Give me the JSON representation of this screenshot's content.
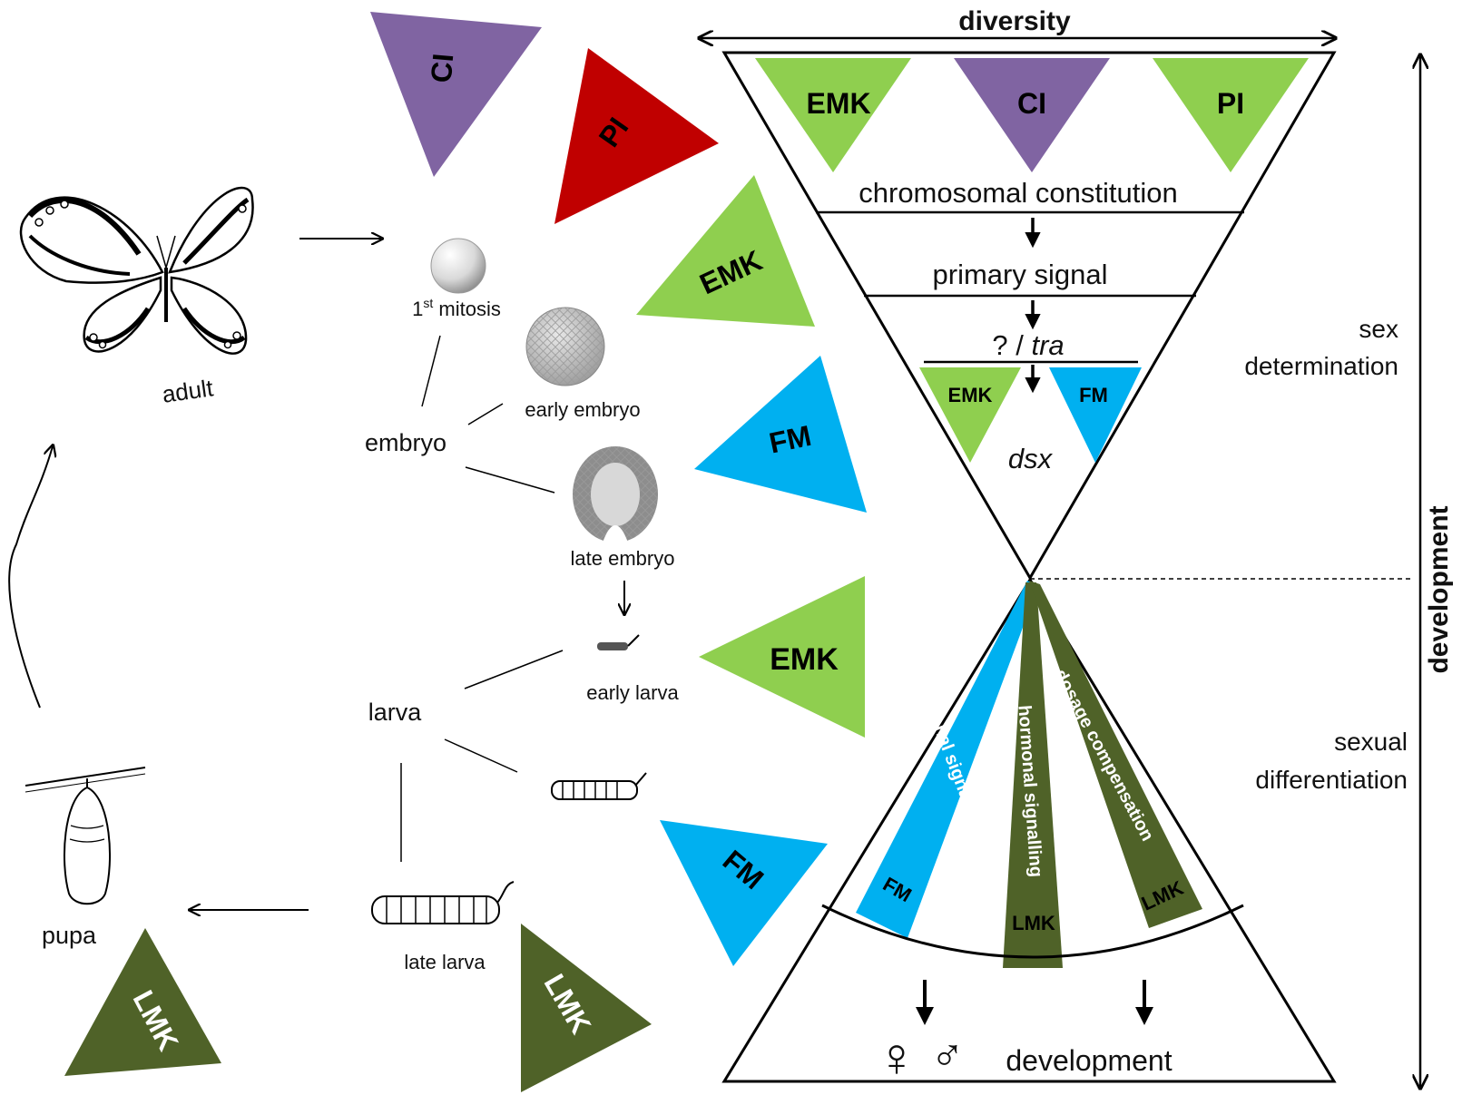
{
  "colors": {
    "emk": "#8fcf4f",
    "ci": "#8064a2",
    "pi": "#c00000",
    "fm": "#00b0f0",
    "lmk": "#4f6228"
  },
  "axes": {
    "diversity": "diversity",
    "development": "development"
  },
  "phases": {
    "sex_determination": [
      "sex",
      "determination"
    ],
    "sexual_differentiation": [
      "sexual",
      "differentiation"
    ]
  },
  "hourglass_top": {
    "top_triangles": [
      "EMK",
      "CI",
      "PI"
    ],
    "level1": "chromosomal constitution",
    "level2": "primary signal",
    "level3_q": "? / ",
    "level3_tra": "tra",
    "inner_triangles": [
      "EMK",
      "FM"
    ],
    "level4": "dsx"
  },
  "hourglass_bottom": {
    "bands": [
      {
        "text": "hormonal signalling",
        "tag": "FM"
      },
      {
        "text": "hormonal signalling",
        "tag": "LMK"
      },
      {
        "text": "dosage compensation",
        "tag": "LMK"
      }
    ],
    "female_symbol": "♀",
    "male_symbol": "♂",
    "development": "development"
  },
  "life_cycle": {
    "adult": "adult",
    "first_mitosis_main": "1",
    "first_mitosis_sup": "st",
    "first_mitosis_rest": " mitosis",
    "embryo": "embryo",
    "early_embryo": "early embryo",
    "late_embryo": "late embryo",
    "larva": "larva",
    "early_larva": "early larva",
    "late_larva": "late larva",
    "pupa": "pupa"
  },
  "side_triangles": [
    "CI",
    "PI",
    "EMK",
    "FM",
    "EMK",
    "FM",
    "LMK",
    "LMK"
  ]
}
